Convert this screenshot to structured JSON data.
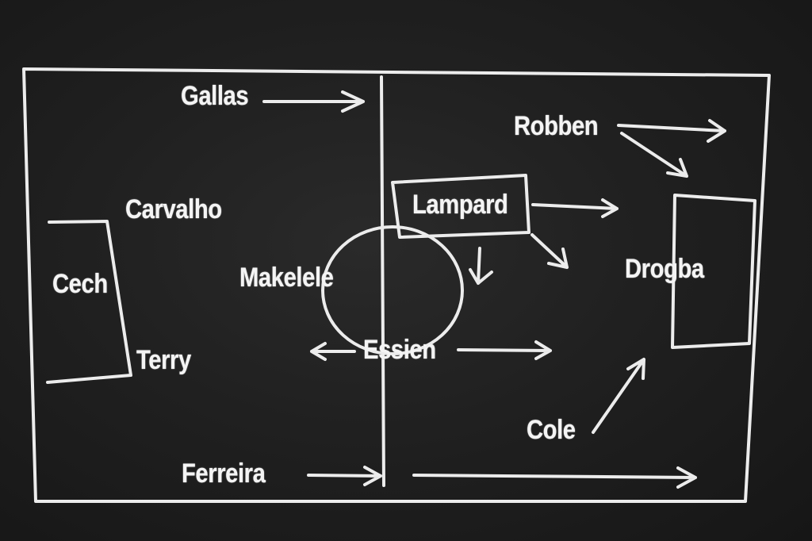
{
  "diagram": {
    "players": [
      {
        "id": "gallas",
        "name": "Gallas"
      },
      {
        "id": "robben",
        "name": "Robben"
      },
      {
        "id": "carvalho",
        "name": "Carvalho"
      },
      {
        "id": "lampard",
        "name": "Lampard"
      },
      {
        "id": "cech",
        "name": "Cech"
      },
      {
        "id": "makelele",
        "name": "Makelele"
      },
      {
        "id": "drogba",
        "name": "Drogba"
      },
      {
        "id": "terry",
        "name": "Terry"
      },
      {
        "id": "essien",
        "name": "Essien"
      },
      {
        "id": "cole",
        "name": "Cole"
      },
      {
        "id": "ferreira",
        "name": "Ferreira"
      }
    ],
    "chalk_color": "#f2f2f2",
    "board_color": "#1f1f1f",
    "highlighted_player": "lampard"
  }
}
